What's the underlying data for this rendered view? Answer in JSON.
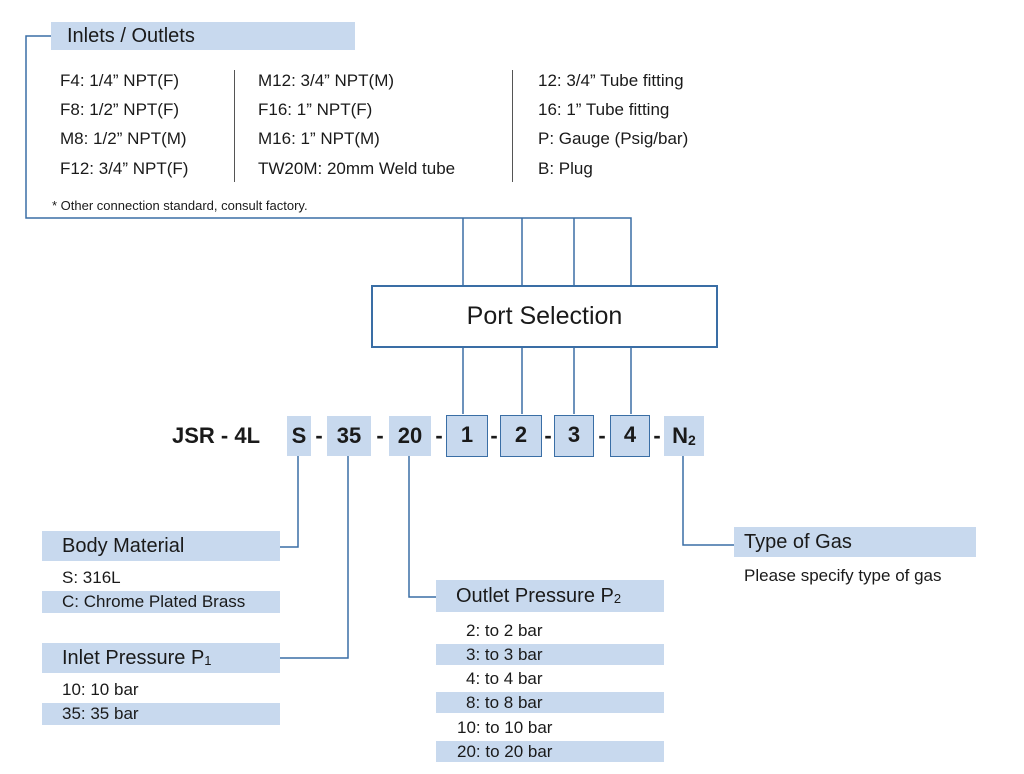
{
  "inlets_outlets": {
    "title": "Inlets / Outlets",
    "col1": [
      "F4: 1/4” NPT(F)",
      "F8: 1/2” NPT(F)",
      "M8: 1/2” NPT(M)",
      "F12: 3/4” NPT(F)"
    ],
    "col2": [
      "M12: 3/4” NPT(M)",
      "F16: 1” NPT(F)",
      "M16: 1” NPT(M)",
      "TW20M: 20mm Weld tube"
    ],
    "col3": [
      "12: 3/4” Tube fitting",
      "16: 1” Tube fitting",
      "P: Gauge (Psig/bar)",
      "B: Plug"
    ],
    "note": "* Other connection standard, consult factory."
  },
  "port_selection": {
    "label": "Port Selection"
  },
  "model_code": {
    "prefix": "JSR - 4L",
    "material": "S",
    "dash1": "-",
    "inlet": "35",
    "dash2": "-",
    "outlet": "20",
    "dash3": "-",
    "port1": "1",
    "dash4": "-",
    "port2": "2",
    "dash5": "-",
    "port3": "3",
    "dash6": "-",
    "port4": "4",
    "dash7": "-",
    "gas": "N",
    "gas_sub": "2"
  },
  "body_material": {
    "title": "Body Material",
    "options": [
      "S:  316L",
      "C:  Chrome Plated Brass"
    ]
  },
  "inlet_pressure": {
    "title": "Inlet Pressure P",
    "title_sub": "1",
    "options": [
      "10:  10 bar",
      "35:  35 bar"
    ]
  },
  "outlet_pressure": {
    "title": "Outlet Pressure P",
    "title_sub": "2",
    "options": [
      "2:  to 2 bar",
      "3:  to 3 bar",
      "4:  to 4 bar",
      "8:  to 8 bar",
      "10:  to 10 bar",
      "20:  to 20 bar"
    ]
  },
  "type_of_gas": {
    "title": "Type of Gas",
    "description": "Please specify type of gas"
  },
  "colors": {
    "accent_fill": "#c8d9ee",
    "line": "#3a6ea5"
  }
}
